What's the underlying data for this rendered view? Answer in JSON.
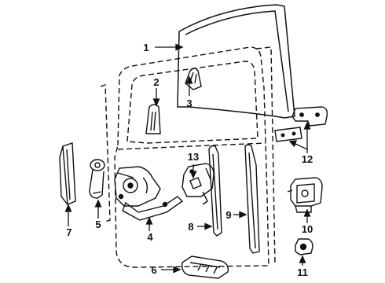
{
  "callouts": {
    "c1": "1",
    "c2": "2",
    "c3": "3",
    "c4": "4",
    "c5": "5",
    "c6": "6",
    "c7": "7",
    "c8": "8",
    "c9": "9",
    "c10": "10",
    "c11": "11",
    "c12": "12",
    "c13": "13"
  },
  "colors": {
    "ink": "#111111",
    "background": "#ffffff"
  }
}
